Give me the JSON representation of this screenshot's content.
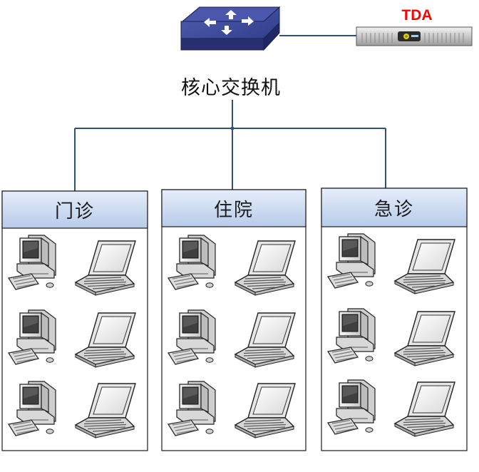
{
  "core_switch": {
    "label": "核心交换机",
    "icon": "core-switch-icon"
  },
  "tda": {
    "label": "TDA",
    "label_color": "#ff0000",
    "icon": "rack-server-icon"
  },
  "departments": [
    {
      "name": "门诊",
      "devices": [
        "desktop-pc-icon",
        "laptop-icon",
        "desktop-pc-icon",
        "laptop-icon",
        "desktop-pc-icon",
        "laptop-icon"
      ]
    },
    {
      "name": "住院",
      "devices": [
        "desktop-pc-icon",
        "laptop-icon",
        "desktop-pc-icon",
        "laptop-icon",
        "desktop-pc-icon",
        "laptop-icon"
      ]
    },
    {
      "name": "急诊",
      "devices": [
        "desktop-pc-icon",
        "laptop-icon",
        "desktop-pc-icon",
        "laptop-icon",
        "desktop-pc-icon",
        "laptop-icon"
      ]
    }
  ],
  "colors": {
    "line": "#2f4f7f",
    "dept_header_top": "#e6eefa",
    "dept_header_bottom": "#b7cbe9",
    "dept_border": "#1a1a1a",
    "switch_top": "#3c4a98",
    "switch_side": "#1f2766"
  }
}
